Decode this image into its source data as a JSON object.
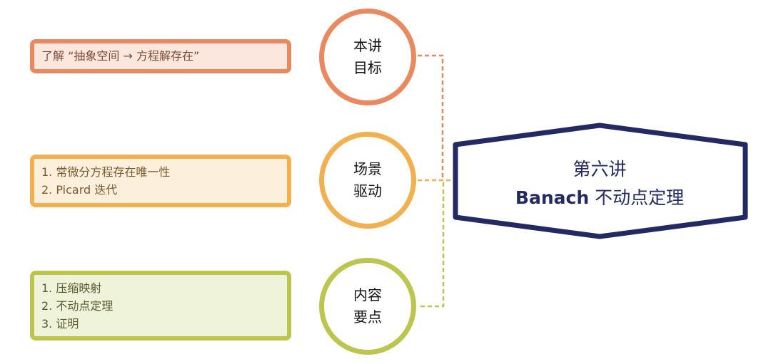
{
  "colors": {
    "orange": "#ea8860",
    "yellow": "#f2b050",
    "green": "#bcc64e",
    "navy": "#232a63"
  },
  "center": {
    "line1": "第六讲",
    "line2_bold": "Banach",
    "line2_rest": " 不动点定理"
  },
  "branches": [
    {
      "circle": [
        "本讲",
        "目标"
      ],
      "items": [
        "了解 “抽象空间 → 方程解存在”"
      ]
    },
    {
      "circle": [
        "场景",
        "驱动"
      ],
      "items": [
        "1. 常微分方程存在唯一性",
        "2. Picard 迭代"
      ]
    },
    {
      "circle": [
        "内容",
        "要点"
      ],
      "items": [
        "1. 压缩映射",
        "2. 不动点定理",
        "3. 证明"
      ]
    }
  ]
}
